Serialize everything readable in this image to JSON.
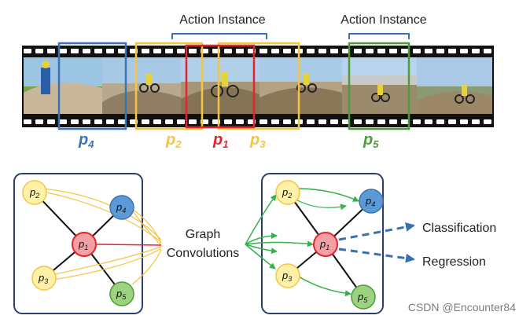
{
  "colors": {
    "blue": "#3b73b6",
    "yellow": "#f5c542",
    "red": "#e3242b",
    "green": "#4f9a3a",
    "navy": "#2b3f6f",
    "arrow_green": "#33b24a",
    "arrow_blue": "#3a6fb0"
  },
  "top": {
    "action_instance_1": "Action Instance",
    "action_instance_2": "Action Instance",
    "proposals": {
      "p4": {
        "base": "p",
        "sub": "4"
      },
      "p2": {
        "base": "p",
        "sub": "2"
      },
      "p1": {
        "base": "p",
        "sub": "1"
      },
      "p3": {
        "base": "p",
        "sub": "3"
      },
      "p5": {
        "base": "p",
        "sub": "5"
      }
    }
  },
  "left_graph": {
    "nodes": {
      "p1": {
        "base": "p",
        "sub": "1"
      },
      "p2": {
        "base": "p",
        "sub": "2"
      },
      "p3": {
        "base": "p",
        "sub": "3"
      },
      "p4": {
        "base": "p",
        "sub": "4"
      },
      "p5": {
        "base": "p",
        "sub": "5"
      }
    }
  },
  "middle": {
    "line1": "Graph",
    "line2": "Convolutions"
  },
  "right_graph": {
    "nodes": {
      "p1": {
        "base": "p",
        "sub": "1"
      },
      "p2": {
        "base": "p",
        "sub": "2"
      },
      "p3": {
        "base": "p",
        "sub": "3"
      },
      "p4": {
        "base": "p",
        "sub": "4"
      },
      "p5": {
        "base": "p",
        "sub": "5"
      }
    }
  },
  "outputs": {
    "classification": "Classification",
    "regression": "Regression"
  },
  "watermark": "CSDN @Encounter84"
}
